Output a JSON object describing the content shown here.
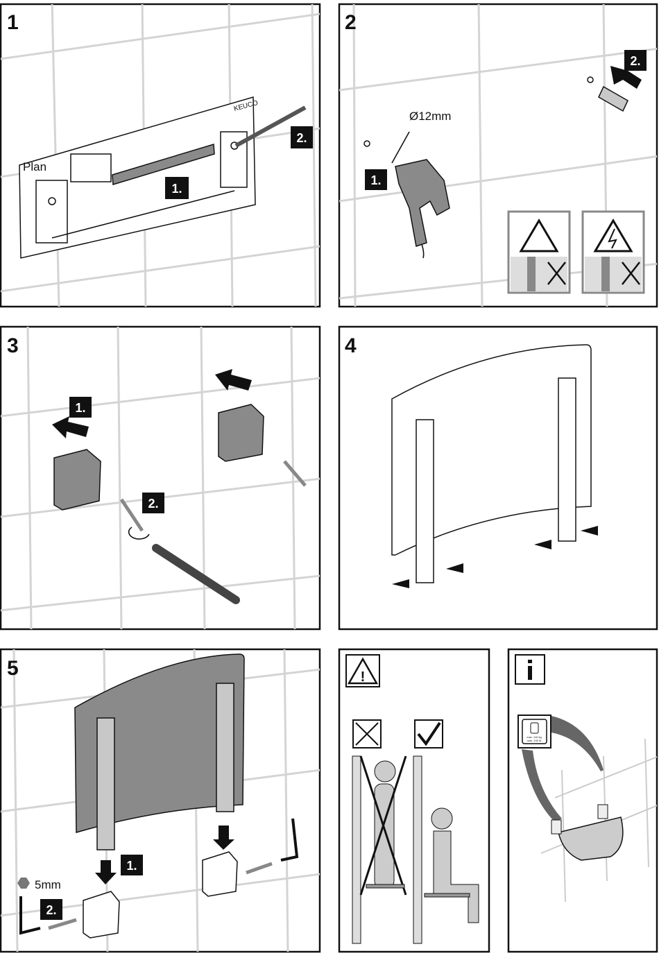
{
  "steps": [
    {
      "number": "1",
      "badges": [
        "1.",
        "2."
      ],
      "template_title": "Plan",
      "brand": "KEUCO"
    },
    {
      "number": "2",
      "badges": [
        "1.",
        "2."
      ],
      "drill_diameter": "Ø12mm",
      "warning_icons": [
        "water-pipe-warning-icon",
        "electric-cable-warning-icon"
      ]
    },
    {
      "number": "3",
      "badges": [
        "1.",
        "2."
      ]
    },
    {
      "number": "4"
    },
    {
      "number": "5",
      "badges": [
        "1.",
        "2."
      ],
      "hex_key_size": "5mm"
    }
  ],
  "warning_panel": {
    "icon": "warning-triangle-icon",
    "wrong": "x-box-icon",
    "right": "checkmark-box-icon"
  },
  "info_panel": {
    "icon": "info-icon",
    "load_label_1": "max. 110 kg",
    "load_label_2": "max. 242 lb"
  },
  "colors": {
    "line": "#111111",
    "tile": "#d4d4d4",
    "part_gray": "#8a8a8a",
    "badge": "#111111"
  }
}
